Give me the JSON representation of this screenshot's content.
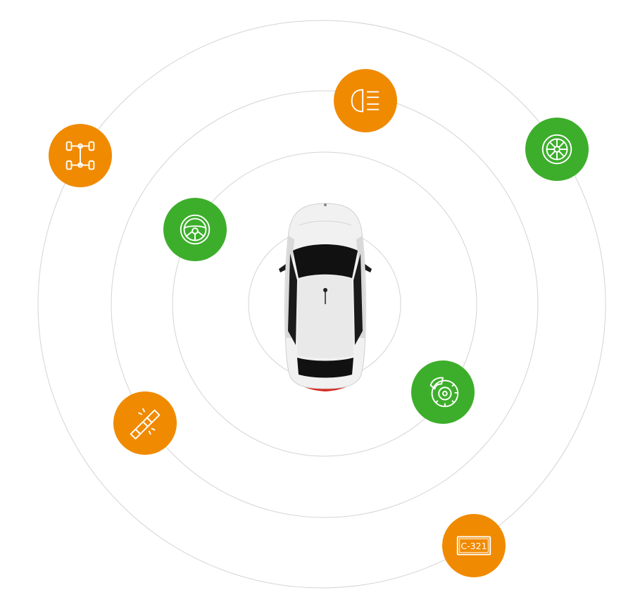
{
  "colors": {
    "orange": "#F08A00",
    "green": "#3DAE2B",
    "ring": "#D4D4D4",
    "icon_stroke": "#FFFFFF"
  },
  "car": {
    "body_color": "#F1F1F1",
    "glass_color": "#111111",
    "taillight_color": "#D7261E"
  },
  "badges": [
    {
      "icon": "axle-drivetrain-icon",
      "color": "orange"
    },
    {
      "icon": "headlight-icon",
      "color": "orange"
    },
    {
      "icon": "tire-wheel-icon",
      "color": "green"
    },
    {
      "icon": "steering-wheel-icon",
      "color": "green"
    },
    {
      "icon": "brake-disc-icon",
      "color": "green"
    },
    {
      "icon": "seatbelt-icon",
      "color": "orange"
    },
    {
      "icon": "license-plate-icon",
      "color": "orange"
    }
  ],
  "license_plate": {
    "text": "C-321"
  }
}
